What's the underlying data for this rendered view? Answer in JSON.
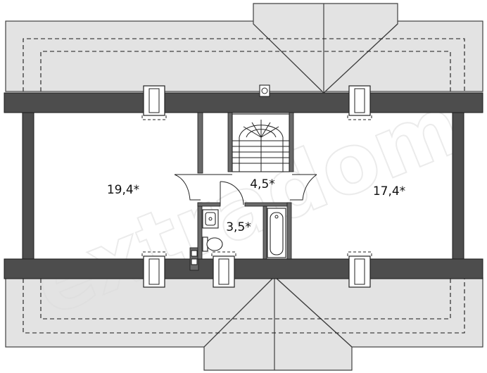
{
  "rooms": [
    {
      "id": "left",
      "area": "19,4*"
    },
    {
      "id": "hall",
      "area": "4,5*"
    },
    {
      "id": "right",
      "area": "17,4*"
    },
    {
      "id": "bath",
      "area": "3,5*"
    }
  ],
  "watermark": "extradom",
  "colors": {
    "roof": "#e3e3e3",
    "wall": "#4d4d4d",
    "floor": "#ffffff"
  }
}
